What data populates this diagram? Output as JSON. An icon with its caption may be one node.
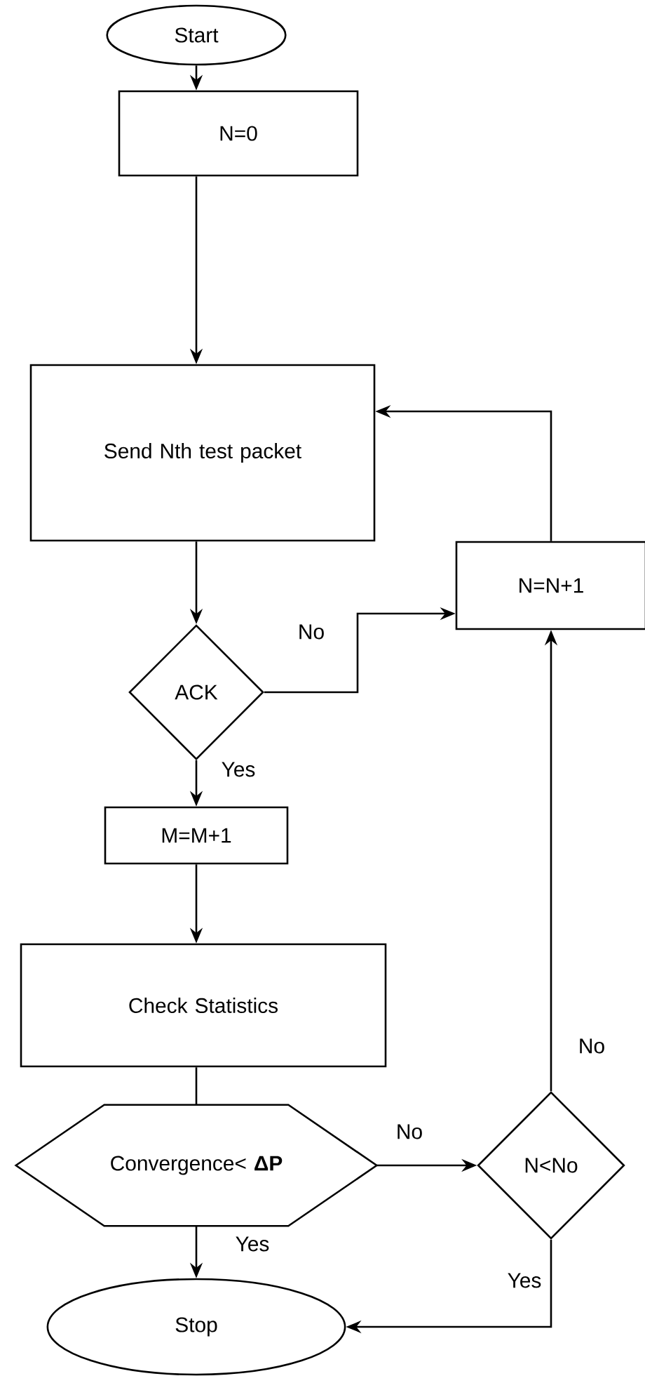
{
  "diagram": {
    "nodes": [
      {
        "text": [
          "Start"
        ]
      },
      {
        "text": [
          "N=0"
        ]
      },
      {
        "text": [
          "Send Nth test packet"
        ]
      },
      {
        "text": [
          "N=N+1"
        ]
      },
      {
        "text": [
          "ACK"
        ]
      },
      {
        "text": [
          "M=M+1"
        ]
      },
      {
        "text": [
          "Check Statistics"
        ]
      },
      {
        "text": [
          "Convergence< **ΔP**"
        ]
      },
      {
        "text": [
          "N<No"
        ]
      },
      {
        "text": [
          "Stop"
        ]
      }
    ],
    "edges": [
      {
        "from": 0,
        "to": 1,
        "arrow": "to"
      },
      {
        "from": 1,
        "to": 2,
        "arrow": "to"
      },
      {
        "from": 2,
        "to": 4,
        "arrow": "to"
      },
      {
        "from": 4,
        "to": 3,
        "arrow": "to",
        "label": "No"
      },
      {
        "from": 4,
        "to": 5,
        "arrow": "to",
        "label": "Yes"
      },
      {
        "from": 5,
        "to": 6,
        "arrow": "to"
      },
      {
        "from": 6,
        "to": 7,
        "arrow": "none"
      },
      {
        "from": 7,
        "to": 8,
        "arrow": "to",
        "label": "No"
      },
      {
        "from": 7,
        "to": 9,
        "arrow": "to",
        "label": "Yes"
      },
      {
        "from": 8,
        "to": 3,
        "arrow": "to",
        "label": "No"
      },
      {
        "from": 8,
        "to": 9,
        "arrow": "to",
        "label": "Yes"
      },
      {
        "from": 3,
        "to": 2,
        "arrow": "to"
      }
    ]
  }
}
